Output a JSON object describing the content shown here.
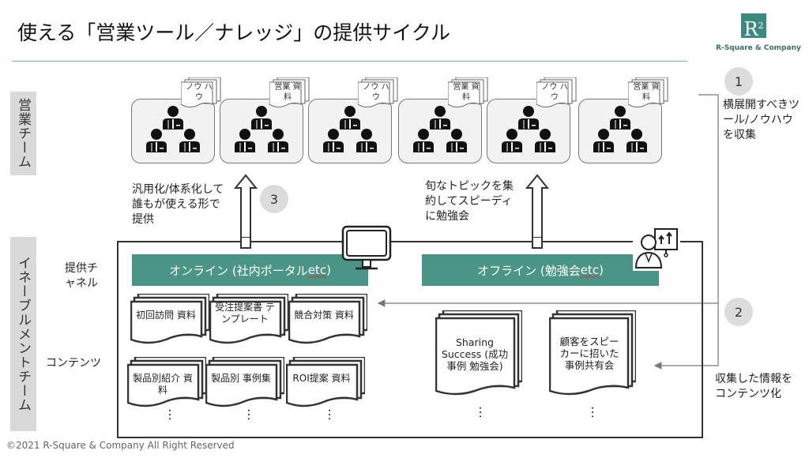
{
  "title": "使える「営業ツール／ナレッジ」の提供サイクル",
  "logo": {
    "mark": "R",
    "sup": "2",
    "company": "R-Square & Company"
  },
  "side_labels": {
    "sales": "営業チーム",
    "enablement": "イネーブルメントチーム"
  },
  "row_labels": {
    "channel": "提供チャネル",
    "content": "コンテンツ"
  },
  "teams": [
    {
      "sticker": "ノウ ハウ"
    },
    {
      "sticker": "営業 資料"
    },
    {
      "sticker": "ノウ ハウ"
    },
    {
      "sticker": "営業 資料"
    },
    {
      "sticker": "ノウ ハウ"
    },
    {
      "sticker": "営業 資料"
    }
  ],
  "channels": {
    "online": {
      "label": "オンライン (社内ポータル ",
      "etc": "etc",
      "close": ")"
    },
    "offline": {
      "label": "オフライン (勉強会 ",
      "etc": "etc",
      "close": ")"
    }
  },
  "online_docs": [
    "初回訪問 資料",
    "受注提案書 テンプレート",
    "競合対策 資料",
    "製品別紹介 資料",
    "製品別 事例集",
    "ROI提案 資料"
  ],
  "offline_docs": [
    "Sharing Success (成功事例 勉強会)",
    "顧客をスピーカーに招いた事例共有会"
  ],
  "ellipsis": "…",
  "steps": [
    {
      "number": "1",
      "text": "横展開すべきツール/ノウハウを収集"
    },
    {
      "number": "2",
      "text": "収集した情報をコンテンツ化"
    },
    {
      "number": "3",
      "text": "汎用化/体系化して誰もが使える形で提供"
    }
  ],
  "offline_note": "旬なトピックを集約してスピーディに勉強会",
  "footer": "©2021 R-Square & Company All Right Reserved",
  "colors": {
    "accent": "#4a9585",
    "logo": "#3a8a80",
    "side": "#d9d9d9",
    "circle": "#dcdcdc"
  }
}
